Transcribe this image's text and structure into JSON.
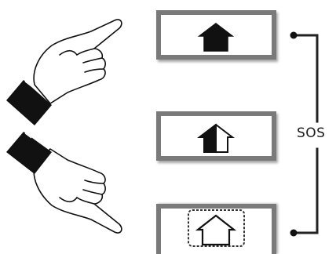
{
  "buttons": [
    {
      "name": "home-button-filled",
      "icon": "home-solid-icon"
    },
    {
      "name": "home-button-half-filled",
      "icon": "home-half-icon"
    },
    {
      "name": "home-button-outline",
      "icon": "home-outline-icon",
      "highlighted": true
    }
  ],
  "sos": {
    "label": "SOS"
  },
  "hands": [
    "pointing-hand-up-icon",
    "pointing-hand-down-icon"
  ]
}
